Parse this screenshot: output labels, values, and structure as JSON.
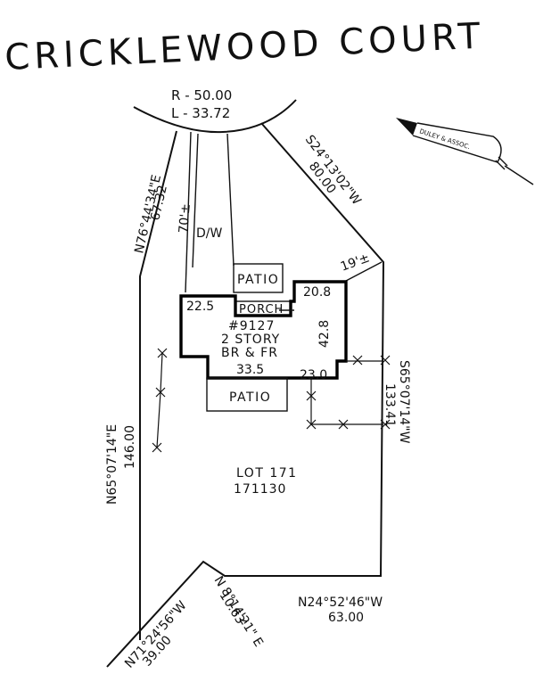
{
  "street_name": "CRICKLEWOOD COURT",
  "curve": {
    "radius": "R - 50.00",
    "length": "L - 33.72"
  },
  "boundary_calls": {
    "north_west": {
      "bearing": "N76°44'34\"E",
      "distance": "67.32"
    },
    "north_east": {
      "bearing": "S24°13'02\"W",
      "distance": "80.00"
    },
    "west": {
      "bearing": "N65°07'14\"E",
      "distance": "146.00"
    },
    "east": {
      "bearing": "S65°07'14\"W",
      "distance": "133.41"
    },
    "south": {
      "bearing": "N24°52'46\"W",
      "distance": "63.00"
    },
    "south_west": {
      "bearing": "N71°24'56\"W",
      "distance": "39.00"
    },
    "south_jog": {
      "bearing": "N 8°14'21\" E",
      "distance": "10.63'"
    }
  },
  "driveway": {
    "label": "D/W",
    "length": "70'±"
  },
  "setback": "19'±",
  "structures": {
    "patio_front": "PATIO",
    "porch": "PORCH",
    "patio_rear": "PATIO",
    "house": {
      "number": "#9127",
      "stories": "2 STORY",
      "construction": "BR & FR"
    }
  },
  "house_dimensions": {
    "north_left": "22.5",
    "north_right": "20.8",
    "east": "42.8",
    "south_left": "33.5",
    "south_right": "23.0"
  },
  "lot": {
    "label": "LOT 171",
    "number": "171130"
  },
  "stamp": {
    "text": "DULEY & ASSOC."
  },
  "colors": {
    "ink": "#111111",
    "paper": "#ffffff"
  }
}
